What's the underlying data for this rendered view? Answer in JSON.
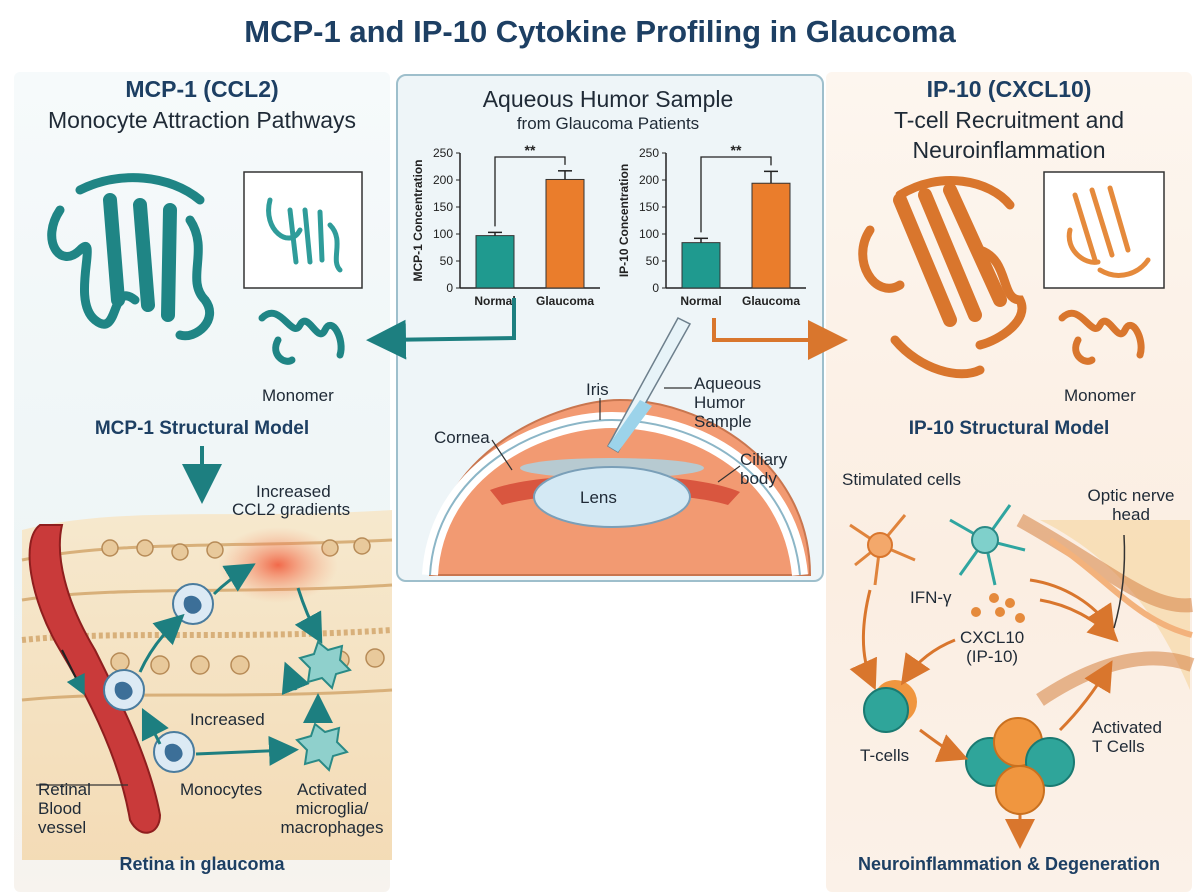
{
  "title": "MCP-1 and IP-10 Cytokine Profiling in Glaucoma",
  "left": {
    "heading": "MCP-1 (CCL2)",
    "subheading": "Monocyte Attraction Pathways",
    "monomer_label": "Monomer",
    "structural_label": "MCP-1 Structural Model",
    "gradient_label_1": "Increased",
    "gradient_label_2": "CCL2 gradients",
    "increased_label": "Increased",
    "vessel_label_1": "Retinal",
    "vessel_label_2": "Blood",
    "vessel_label_3": "vessel",
    "monocytes_label": "Monocytes",
    "microglia_label_1": "Activated",
    "microglia_label_2": "microglia/",
    "microglia_label_3": "macrophages",
    "footer": "Retina in glaucoma"
  },
  "center": {
    "heading": "Aqueous Humor Sample",
    "subheading": "from Glaucoma Patients",
    "iris_label": "Iris",
    "cornea_label": "Cornea",
    "lens_label": "Lens",
    "aqueous_label_1": "Aqueous",
    "aqueous_label_2": "Humor",
    "aqueous_label_3": "Sample",
    "ciliary_label_1": "Ciliary",
    "ciliary_label_2": "body"
  },
  "right": {
    "heading": "IP-10 (CXCL10)",
    "subheading_1": "T-cell Recruitment and",
    "subheading_2": "Neuroinflammation",
    "monomer_label": "Monomer",
    "structural_label": "IP-10 Structural Model",
    "stimulated_label": "Stimulated cells",
    "ifn_label": "IFN-γ",
    "optic_label_1": "Optic nerve",
    "optic_label_2": "head",
    "cxcl10_label_1": "CXCL10",
    "cxcl10_label_2": "(IP-10)",
    "tcells_label": "T-cells",
    "activated_label_1": "Activated",
    "activated_label_2": "T Cells",
    "footer": "Neuroinflammation & Degeneration"
  },
  "chart_data": [
    {
      "type": "bar",
      "categories": [
        "Normal",
        "Glaucoma"
      ],
      "values": [
        97,
        201
      ],
      "errors": [
        6,
        16
      ],
      "ylabel": "MCP-1 Concentration",
      "ylim": [
        0,
        250
      ],
      "yticks": [
        "0",
        "50",
        "100",
        "150",
        "200",
        "250"
      ],
      "significance": "**",
      "colors": [
        "#1f9a8f",
        "#ea7d2c"
      ],
      "grid": false
    },
    {
      "type": "bar",
      "categories": [
        "Normal",
        "Glaucoma"
      ],
      "values": [
        84,
        194
      ],
      "errors": [
        8,
        22
      ],
      "ylabel": "IP-10 Concentration",
      "ylim": [
        0,
        250
      ],
      "yticks": [
        "0",
        "50",
        "100",
        "150",
        "200",
        "250"
      ],
      "significance": "**",
      "colors": [
        "#1f9a8f",
        "#ea7d2c"
      ],
      "grid": false
    }
  ]
}
